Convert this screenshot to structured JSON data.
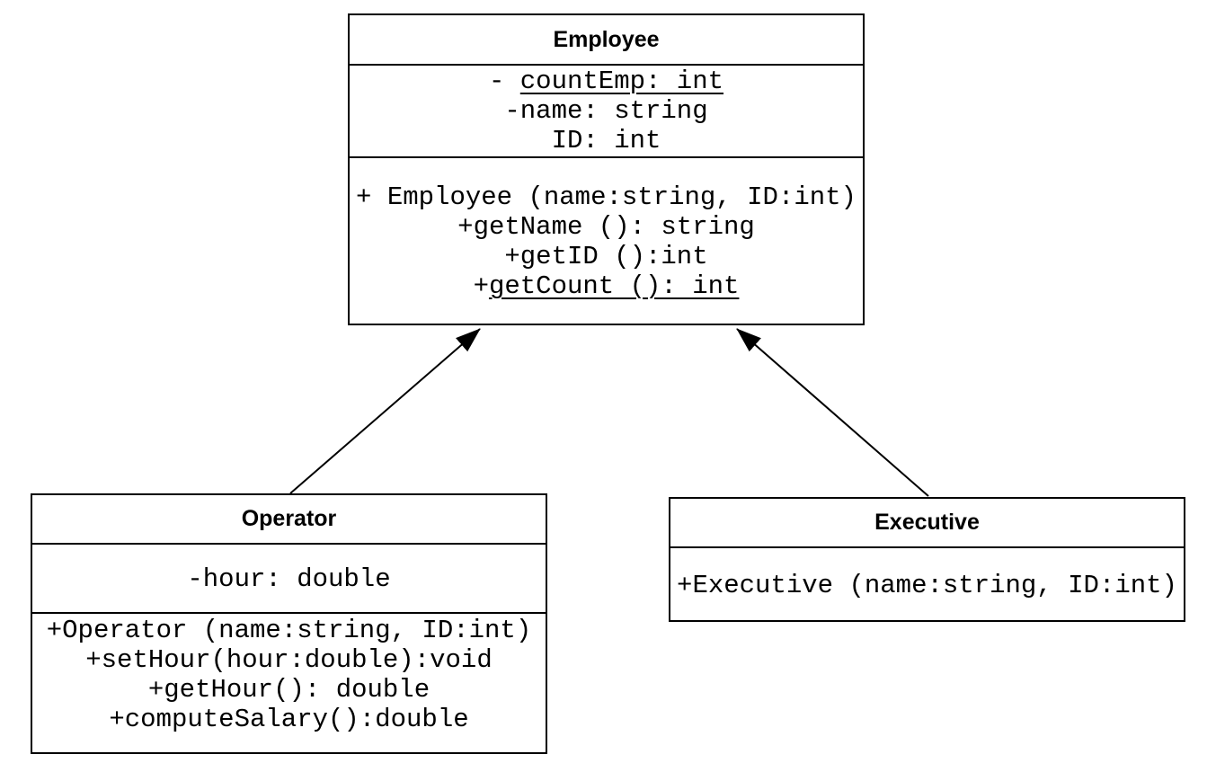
{
  "diagram": {
    "type": "uml-class-diagram",
    "background_color": "#ffffff",
    "line_color": "#000000"
  },
  "classes": [
    {
      "name": "Employee",
      "attributes": [
        {
          "prefix": "- ",
          "text": "countEmp: int",
          "static": true
        },
        {
          "prefix": "",
          "text": "-name: string"
        },
        {
          "prefix": "",
          "text": "ID: int"
        }
      ],
      "methods": [
        {
          "prefix": "",
          "text": "+ Employee (name:string, ID:int)"
        },
        {
          "prefix": "",
          "text": "+getName (): string"
        },
        {
          "prefix": "",
          "text": "+getID ():int"
        },
        {
          "prefix": "+",
          "text": "getCount (): int",
          "static": true
        }
      ]
    },
    {
      "name": "Operator",
      "attributes": [
        {
          "prefix": "",
          "text": "-hour: double"
        }
      ],
      "methods": [
        {
          "prefix": "",
          "text": "+Operator (name:string, ID:int)"
        },
        {
          "prefix": "",
          "text": "+setHour(hour:double):void"
        },
        {
          "prefix": "",
          "text": "+getHour(): double"
        },
        {
          "prefix": "",
          "text": "+computeSalary():double"
        }
      ]
    },
    {
      "name": "Executive",
      "attributes": [],
      "methods": [
        {
          "prefix": "",
          "text": "+Executive (name:string, ID:int)"
        }
      ]
    }
  ],
  "relationships": [
    {
      "type": "inheritance",
      "from": "Operator",
      "to": "Employee"
    },
    {
      "type": "inheritance",
      "from": "Executive",
      "to": "Employee"
    }
  ]
}
